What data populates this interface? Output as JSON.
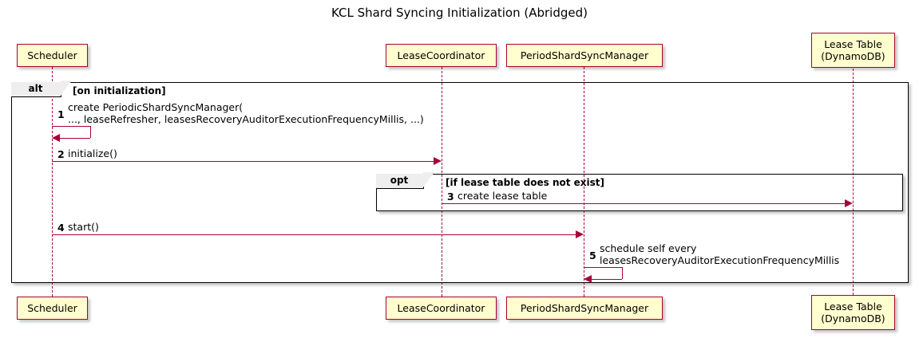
{
  "diagram": {
    "title": "KCL Shard Syncing Initialization (Abridged)",
    "type": "uml-sequence-diagram",
    "colors": {
      "participant_fill": "#FEFECE",
      "participant_border": "#A80036",
      "message_line": "#A80036",
      "fragment_border": "#000000",
      "fragment_tab_fill": "#EEEEEE",
      "background": "#FFFFFF"
    }
  },
  "participants": [
    {
      "id": "scheduler",
      "label": "Scheduler"
    },
    {
      "id": "leasecoordinator",
      "label": "LeaseCoordinator"
    },
    {
      "id": "periodshardsyncmanager",
      "label": "PeriodShardSyncManager"
    },
    {
      "id": "leasetable",
      "label": "Lease Table\n(DynamoDB)"
    }
  ],
  "fragments": [
    {
      "id": "alt-on-initialization",
      "operator": "alt",
      "condition": "[on initialization]"
    },
    {
      "id": "opt-lease-table",
      "operator": "opt",
      "condition": "[if lease table does not exist]"
    }
  ],
  "messages": [
    {
      "number": "1",
      "from": "scheduler",
      "to": "scheduler",
      "kind": "self",
      "text": "create PeriodicShardSyncManager(\n   ..., leaseRefresher, leasesRecoveryAuditorExecutionFrequencyMillis, ...)"
    },
    {
      "number": "2",
      "from": "scheduler",
      "to": "leasecoordinator",
      "kind": "sync",
      "text": "initialize()"
    },
    {
      "number": "3",
      "from": "leasecoordinator",
      "to": "leasetable",
      "kind": "sync",
      "text": "create lease table"
    },
    {
      "number": "4",
      "from": "scheduler",
      "to": "periodshardsyncmanager",
      "kind": "sync",
      "text": "start()"
    },
    {
      "number": "5",
      "from": "periodshardsyncmanager",
      "to": "periodshardsyncmanager",
      "kind": "self",
      "text": "schedule self every\n   leasesRecoveryAuditorExecutionFrequencyMillis"
    }
  ]
}
